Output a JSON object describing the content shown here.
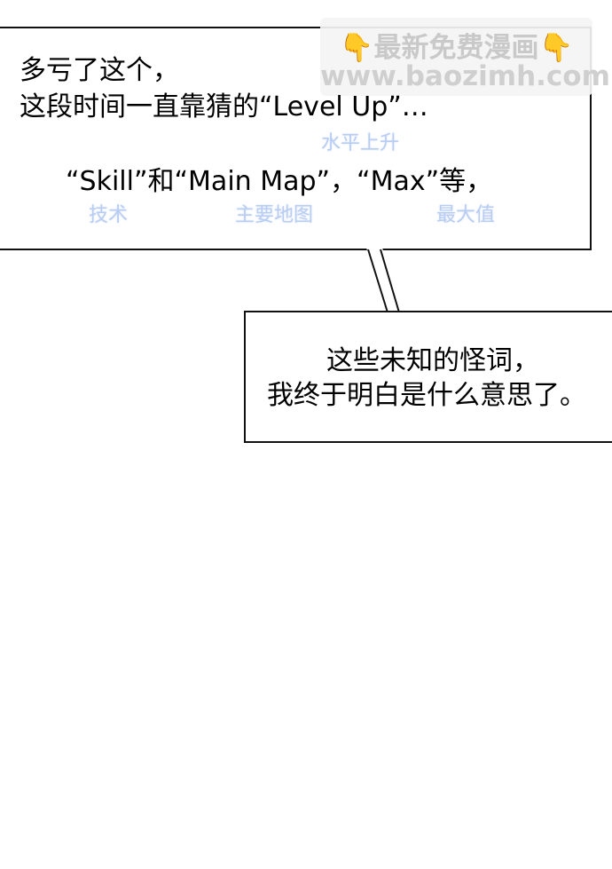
{
  "watermark": {
    "line1": "最新免费漫画",
    "line2": "www.baozimh.com",
    "left_icon": "👇",
    "right_icon": "👇"
  },
  "bubble1": {
    "line1": "多亏了这个，",
    "line2": "这段时间一直靠猜的“Level Up”…",
    "line3": "“Skill”和“Main Map”，“Max”等，",
    "gloss_level_up": "水平上升",
    "gloss_skill": "技术",
    "gloss_main_map": "主要地图",
    "gloss_max": "最大值"
  },
  "bubble2": {
    "line1": "这些未知的怪词，",
    "line2": "我终于明白是什么意思了。"
  }
}
